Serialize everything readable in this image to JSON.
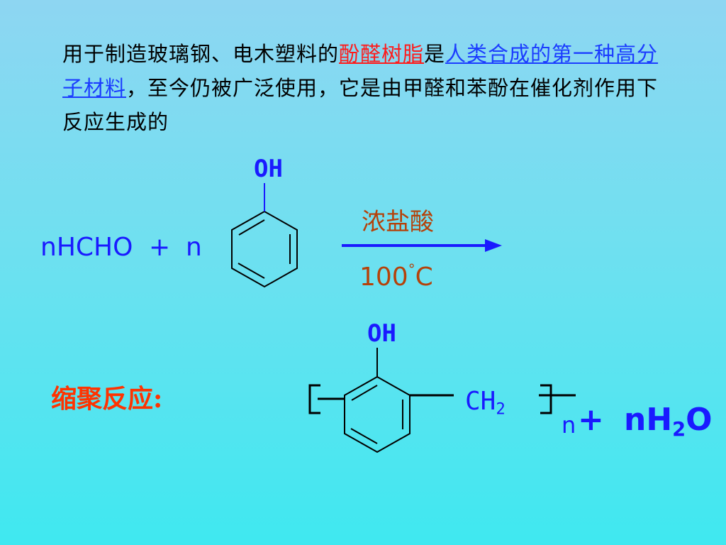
{
  "text": {
    "part1": "用于制造玻璃钢、电木塑料的",
    "red_term": "酚醛树脂",
    "part2": "是",
    "blue_term": "人类合成的第一种高分子材料",
    "part3": "，至今仍被广泛使用，它是由甲醛和苯酚在催化剂作用下反应生成的"
  },
  "reaction": {
    "reactant1": "nHCHO",
    "plus": "+",
    "coef": "n",
    "oh": "OH",
    "catalyst": "浓盐酸",
    "temp_num": "100",
    "temp_deg": "°",
    "temp_unit": "C"
  },
  "product": {
    "label": "缩聚反应:",
    "oh": "OH",
    "ch": "CH",
    "ch_sub": "2",
    "n": "n",
    "plus": "+",
    "water_n": "nH",
    "water_sub": "2",
    "water_o": "O"
  },
  "colors": {
    "chem_blue": "#1a1aff",
    "highlight_red": "#ff1a1a",
    "link_blue": "#1b3cff",
    "catalyst_brown": "#b5420a",
    "label_red": "#ff3300"
  }
}
